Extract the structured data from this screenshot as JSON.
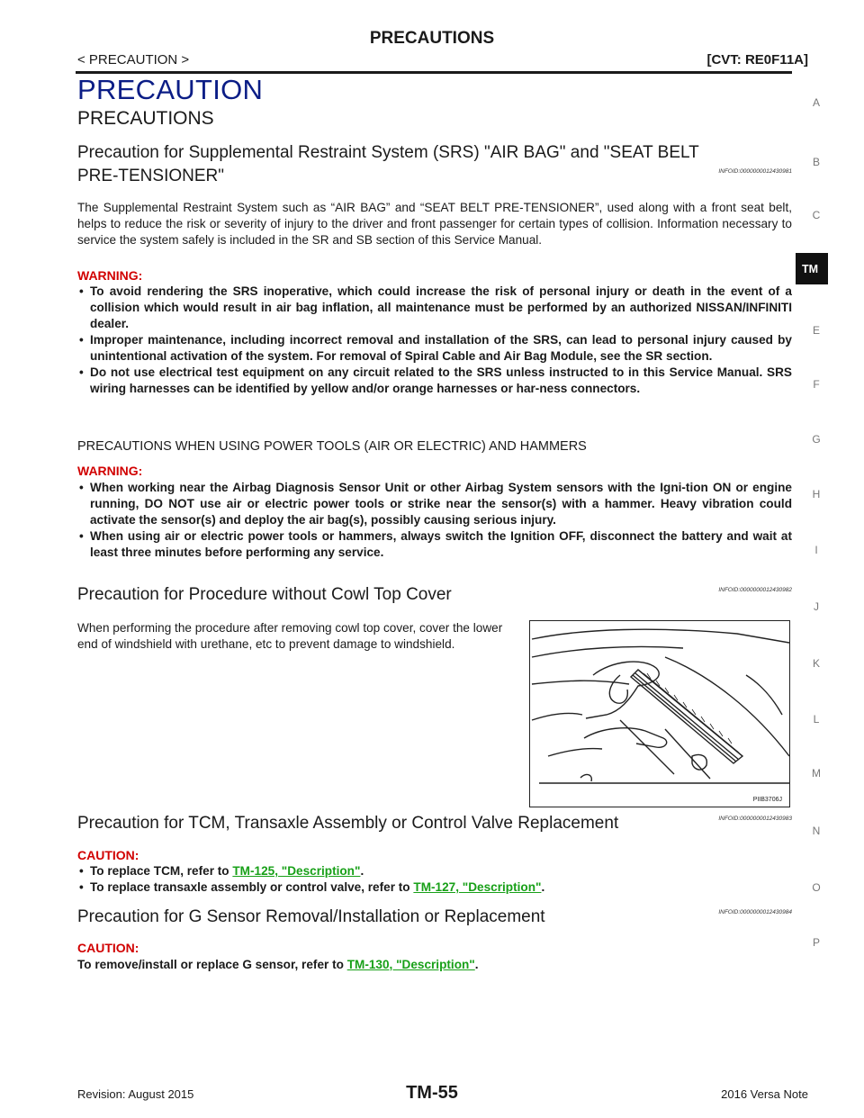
{
  "header": {
    "title": "PRECAUTIONS",
    "breadcrumb": "< PRECAUTION >",
    "model": "[CVT: RE0F11A]"
  },
  "section": {
    "title": "PRECAUTION",
    "subtitle": "PRECAUTIONS"
  },
  "srs": {
    "heading_line1": "Precaution for Supplemental Restraint System (SRS) \"AIR BAG\" and \"SEAT BELT",
    "heading_line2": "PRE-TENSIONER\"",
    "infoid": "INFOID:0000000012430981",
    "body": "The Supplemental Restraint System such as “AIR BAG” and “SEAT BELT PRE-TENSIONER”, used along with a front seat belt, helps to reduce the risk or severity of injury to the driver and front passenger for certain types of collision. Information necessary to service the system safely is included in the SR and SB section of this Service Manual.",
    "warning_label": "WARNING:",
    "warnings": [
      "To avoid rendering the SRS inoperative, which could increase the risk of personal injury or death in the event of a collision which would result in air bag inflation, all maintenance must be performed by an authorized NISSAN/INFINITI dealer.",
      "Improper maintenance, including incorrect removal and installation of the SRS, can lead to personal injury caused by unintentional activation of the system. For removal of Spiral Cable and Air Bag Module, see the SR section.",
      "Do not use electrical test equipment on any circuit related to the SRS unless instructed to in this Service Manual. SRS wiring harnesses can be identified by yellow and/or orange harnesses or har-ness connectors."
    ]
  },
  "power_tools": {
    "heading": "PRECAUTIONS WHEN USING POWER TOOLS (AIR OR ELECTRIC) AND HAMMERS",
    "warning_label": "WARNING:",
    "warnings": [
      "When working near the Airbag Diagnosis Sensor Unit or other Airbag System sensors with the Igni-tion ON or engine running, DO NOT use air or electric power tools or strike near the sensor(s) with a hammer. Heavy vibration could activate the sensor(s) and deploy the air bag(s), possibly causing serious injury.",
      "When using air or electric power tools or hammers, always switch the Ignition OFF, disconnect the battery and wait at least three minutes before performing any service."
    ]
  },
  "cowl": {
    "heading": "Precaution for Procedure without Cowl Top Cover",
    "infoid": "INFOID:0000000012430982",
    "body": "When performing the procedure after removing cowl top cover, cover the lower end of windshield with urethane, etc to prevent damage to windshield.",
    "figure_code": "PIIB3706J"
  },
  "tcm": {
    "heading": "Precaution for TCM, Transaxle Assembly or Control Valve Replacement",
    "infoid": "INFOID:0000000012430983",
    "caution_label": "CAUTION:",
    "item1_prefix": "To replace TCM, refer to ",
    "item1_link": "TM-125, \"Description\"",
    "item1_suffix": ".",
    "item2_prefix": "To replace transaxle assembly or control valve, refer to ",
    "item2_link": "TM-127, \"Description\"",
    "item2_suffix": "."
  },
  "gsensor": {
    "heading": "Precaution for G Sensor Removal/Installation or Replacement",
    "infoid": "INFOID:0000000012430984",
    "caution_label": "CAUTION:",
    "prefix": "To remove/install or replace G sensor, refer to ",
    "link": "TM-130, \"Description\"",
    "suffix": "."
  },
  "side_index": {
    "letters": [
      "A",
      "B",
      "C",
      "E",
      "F",
      "G",
      "H",
      "I",
      "J",
      "K",
      "L",
      "M",
      "N",
      "O",
      "P"
    ],
    "active_tab": "TM"
  },
  "footer": {
    "revision": "Revision: August 2015",
    "page": "TM-55",
    "model_year": "2016 Versa Note"
  },
  "bullet_char": "•"
}
